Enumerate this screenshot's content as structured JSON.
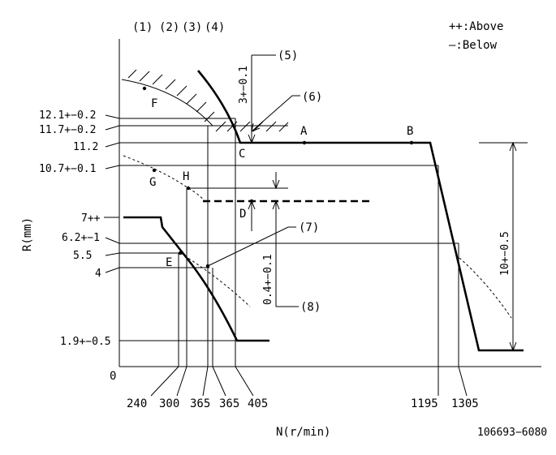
{
  "header": {
    "ref_marks": [
      "(1)",
      "(2)",
      "(3)",
      "(4)"
    ],
    "legend_above": "++:Above",
    "legend_below": "—:Below"
  },
  "axes": {
    "y_title": "R(mm)",
    "x_title": "N(r/min)",
    "origin": "0",
    "y_ticks": [
      "12.1+−0.2",
      "11.7+−0.2",
      "11.2",
      "10.7+−0.1",
      "7++",
      "6.2+−1",
      "5.5",
      "4",
      "1.9+−0.5"
    ],
    "x_ticks": [
      "240",
      "300",
      "365",
      "365",
      "405",
      "1195",
      "1305"
    ]
  },
  "points": [
    "A",
    "B",
    "C",
    "D",
    "E",
    "F",
    "G",
    "H"
  ],
  "callouts": [
    "(5)",
    "(6)",
    "(7)",
    "(8)"
  ],
  "dims": {
    "top_dim": "3+−0.1",
    "mid_dim": "0.4+−0.1",
    "right_dim": "10+−0.5"
  },
  "footer": {
    "drawing_no": "106693−6080"
  }
}
